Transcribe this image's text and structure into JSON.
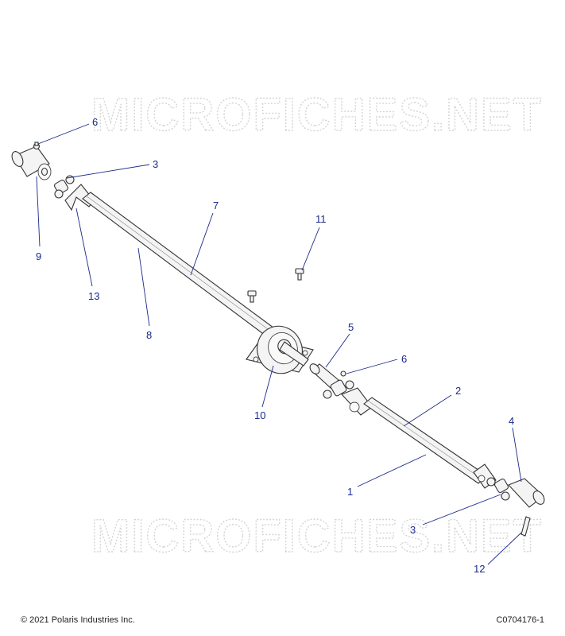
{
  "watermark": {
    "text": "MICROFICHES.NET"
  },
  "footer": {
    "copyright": "© 2021 Polaris Industries Inc.",
    "figure_code": "C0704176-1"
  },
  "callouts": [
    {
      "id": "c6a",
      "label": "6"
    },
    {
      "id": "c3a",
      "label": "3"
    },
    {
      "id": "c9",
      "label": "9"
    },
    {
      "id": "c13",
      "label": "13"
    },
    {
      "id": "c7",
      "label": "7"
    },
    {
      "id": "c8",
      "label": "8"
    },
    {
      "id": "c11",
      "label": "11"
    },
    {
      "id": "c5",
      "label": "5"
    },
    {
      "id": "c6b",
      "label": "6"
    },
    {
      "id": "c10",
      "label": "10"
    },
    {
      "id": "c2",
      "label": "2"
    },
    {
      "id": "c4",
      "label": "4"
    },
    {
      "id": "c1",
      "label": "1"
    },
    {
      "id": "c3b",
      "label": "3"
    },
    {
      "id": "c12",
      "label": "12"
    }
  ]
}
